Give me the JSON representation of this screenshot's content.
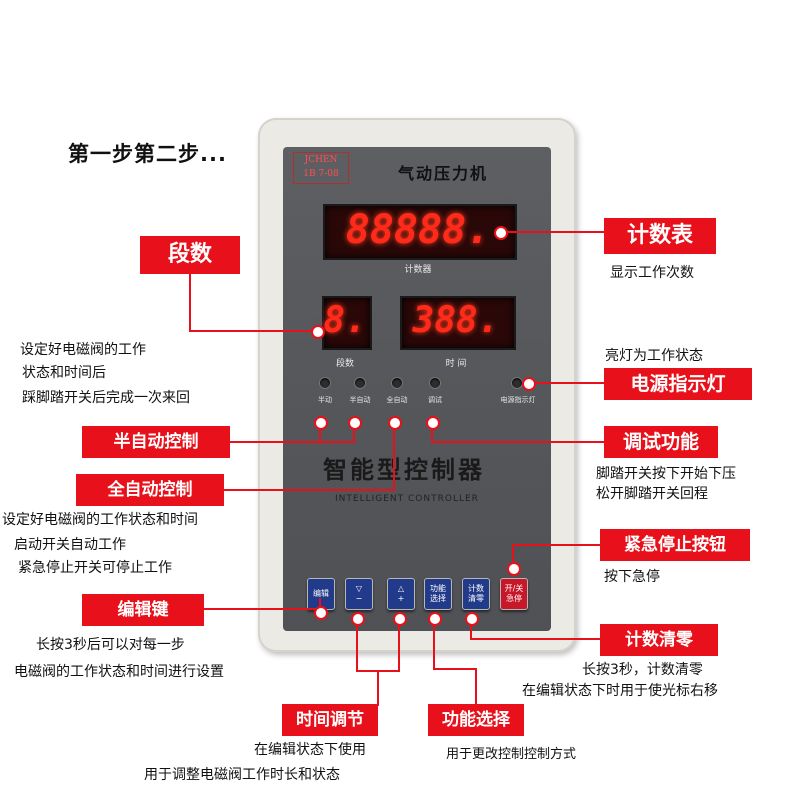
{
  "heading": "第一步第二步...",
  "device": {
    "logo": "JCHEN",
    "logo_sub": "1B 7-08",
    "name": "气动压力机",
    "counter_digits": "88888.",
    "counter_label": "计数器",
    "segment_digits": "8.",
    "segment_label": "段数",
    "time_digits": "388.",
    "time_label": "时 间",
    "leds": [
      "半动",
      "半自动",
      "全自动",
      "调试",
      "电源指示灯"
    ],
    "title_cn": "智能型控制器",
    "title_en": "INTELLIGENT CONTROLLER",
    "keys": [
      {
        "label": "编辑"
      },
      {
        "label": "▽\n−"
      },
      {
        "label": "△\n+"
      },
      {
        "label": "功能\n选择"
      },
      {
        "label": "计数\n清零"
      },
      {
        "label": "开/关\n急停"
      }
    ]
  },
  "annotations": {
    "counter": {
      "tag": "计数表",
      "desc": "显示工作次数"
    },
    "segments": {
      "tag": "段数",
      "desc": [
        "设定好电磁阀的工作",
        "状态和时间后",
        "踩脚踏开关后完成一次来回"
      ]
    },
    "power": {
      "tag": "电源指示灯",
      "desc": "亮灯为工作状态"
    },
    "semi": {
      "tag": "半自动控制"
    },
    "debug": {
      "tag": "调试功能",
      "desc": [
        "脚踏开关按下开始下压",
        "松开脚踏开关回程"
      ]
    },
    "full": {
      "tag": "全自动控制",
      "desc": [
        "设定好电磁阀的工作状态和时间",
        "启动开关自动工作",
        "紧急停止开关可停止工作"
      ]
    },
    "estop": {
      "tag": "紧急停止按钮",
      "desc": "按下急停"
    },
    "edit": {
      "tag": "编辑键",
      "desc": [
        "长按3秒后可以对每一步",
        "电磁阀的工作状态和时间进行设置"
      ]
    },
    "reset": {
      "tag": "计数清零",
      "desc": [
        "长按3秒，计数清零",
        "在编辑状态下时用于使光标右移"
      ]
    },
    "time": {
      "tag": "时间调节",
      "desc": [
        "在编辑状态下使用",
        "用于调整电磁阀工作时长和状态"
      ]
    },
    "func": {
      "tag": "功能选择",
      "desc": "用于更改控制控制方式"
    }
  },
  "colors": {
    "accent": "#e8101a",
    "panel": "#58595d",
    "key": "#223a8a",
    "key_red": "#c7182a",
    "digits": "#ff2a1a"
  }
}
